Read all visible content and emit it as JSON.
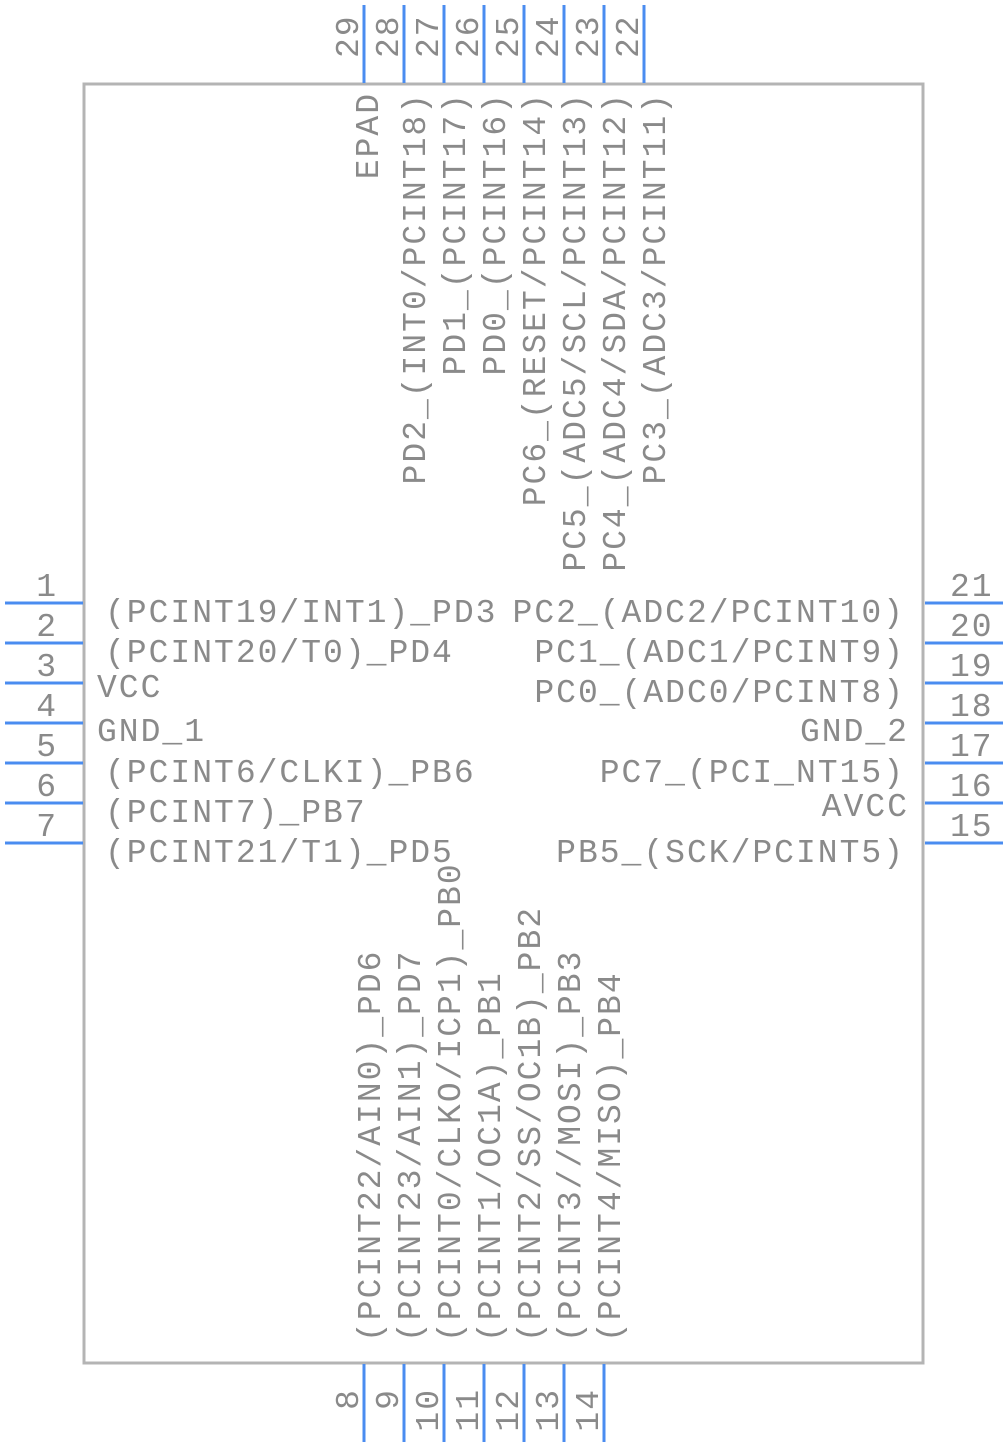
{
  "colors": {
    "pin": "#4a8cf0",
    "body": "#b4b4b4",
    "text": "#8a8a8a"
  },
  "left_pins": [
    {
      "num": "1",
      "label": "(PCINT19/INT1)_PD3"
    },
    {
      "num": "2",
      "label": "(PCINT20/T0)_PD4"
    },
    {
      "num": "3",
      "label": "VCC"
    },
    {
      "num": "4",
      "label": "GND_1"
    },
    {
      "num": "5",
      "label": "(PCINT6/CLKI)_PB6"
    },
    {
      "num": "6",
      "label": "(PCINT7)_PB7"
    },
    {
      "num": "7",
      "label": "(PCINT21/T1)_PD5"
    }
  ],
  "right_pins": [
    {
      "num": "21",
      "label": "PC2_(ADC2/PCINT10)"
    },
    {
      "num": "20",
      "label": "PC1_(ADC1/PCINT9)"
    },
    {
      "num": "19",
      "label": "PC0_(ADC0/PCINT8)"
    },
    {
      "num": "18",
      "label": "GND_2"
    },
    {
      "num": "17",
      "label": "PC7_(PCI_NT15)"
    },
    {
      "num": "16",
      "label": "AVCC"
    },
    {
      "num": "15",
      "label": "PB5_(SCK/PCINT5)"
    }
  ],
  "top_pins": [
    {
      "num": "29",
      "label": "EPAD"
    },
    {
      "num": "28",
      "label": "PD2_(INT0/PCINT18)"
    },
    {
      "num": "27",
      "label": "PD1_(PCINT17)"
    },
    {
      "num": "26",
      "label": "PD0_(PCINT16)"
    },
    {
      "num": "25",
      "label": "PC6_(RESET/PCINT14)"
    },
    {
      "num": "24",
      "label": "PC5_(ADC5/SCL/PCINT13)"
    },
    {
      "num": "23",
      "label": "PC4_(ADC4/SDA/PCINT12)"
    },
    {
      "num": "22",
      "label": "PC3_(ADC3/PCINT11)"
    }
  ],
  "bottom_pins": [
    {
      "num": "8",
      "label": "(PCINT22/AIN0)_PD6"
    },
    {
      "num": "9",
      "label": "(PCINT23/AIN1)_PD7"
    },
    {
      "num": "10",
      "label": "(PCINT0/CLKO/ICP1)_PB0"
    },
    {
      "num": "11",
      "label": "(PCINT1/OC1A)_PB1"
    },
    {
      "num": "12",
      "label": "(PCINT2/SS/OC1B)_PB2"
    },
    {
      "num": "13",
      "label": "(PCINT3//MOSI)_PB3"
    },
    {
      "num": "14",
      "label": "(PCINT4/MISO)_PB4"
    }
  ]
}
